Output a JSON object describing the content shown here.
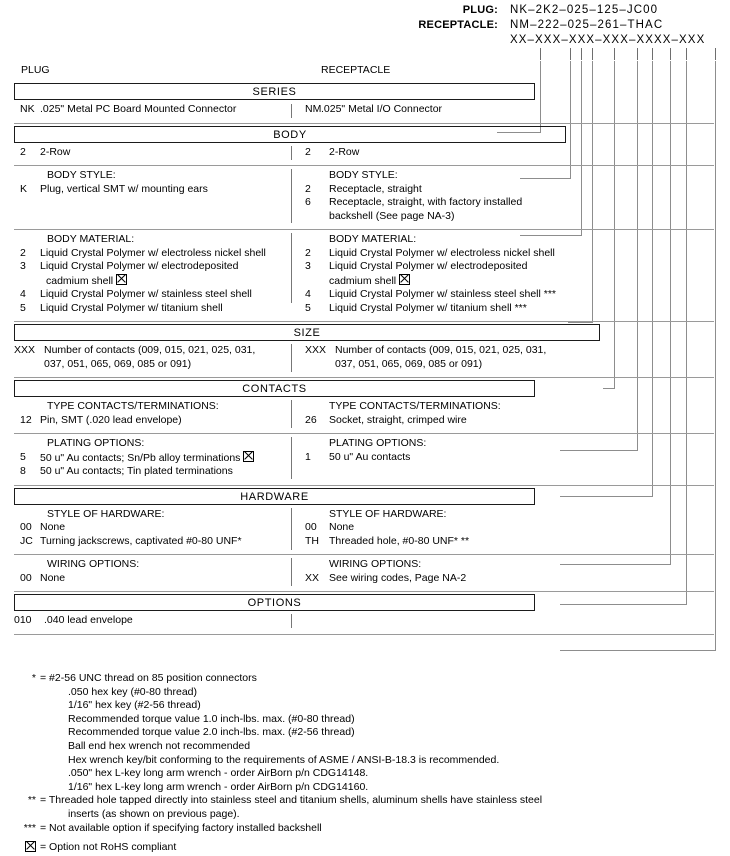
{
  "header": {
    "plug_label": "PLUG:",
    "receptacle_label": "RECEPTACLE:",
    "plug_value": "NK–2K2–025–125–JC00",
    "receptacle_value": "NM–222–025–261–THAC",
    "mask_value": "XX–XXX–XXX–XXX–XXXX–XXX"
  },
  "columns": {
    "plug": "PLUG",
    "receptacle": "RECEPTACLE"
  },
  "sections": {
    "series": {
      "title": "SERIES",
      "left": [
        {
          "code": "NK",
          "desc": ".025\" Metal PC Board Mounted Connector"
        }
      ],
      "right": [
        {
          "code": "NM",
          "desc": ".025\" Metal I/O Connector"
        }
      ]
    },
    "body": {
      "title": "BODY",
      "row_label": "",
      "rows_left": [
        {
          "code": "2",
          "desc": "2-Row"
        }
      ],
      "rows_right": [
        {
          "code": "2",
          "desc": "2-Row"
        }
      ],
      "style_header": "BODY STYLE:",
      "style_left": [
        {
          "code": "K",
          "desc": "Plug, vertical SMT w/ mounting ears"
        }
      ],
      "style_right": [
        {
          "code": "2",
          "desc": "Receptacle, straight"
        },
        {
          "code": "6",
          "desc": "Receptacle, straight, with factory installed"
        }
      ],
      "style_right_cont": "backshell (See page NA-3)",
      "material_header": "BODY MATERIAL:",
      "material_left": [
        {
          "code": "2",
          "desc": "Liquid Crystal Polymer w/ electroless nickel shell",
          "rohs": false
        },
        {
          "code": "3",
          "desc": "Liquid Crystal Polymer w/ electrodeposited",
          "rohs": false
        },
        {
          "code": "4",
          "desc": "Liquid Crystal Polymer w/ stainless steel shell",
          "rohs": false
        },
        {
          "code": "5",
          "desc": "Liquid Crystal Polymer w/ titanium shell",
          "rohs": false
        }
      ],
      "material_left_cont": "cadmium shell",
      "material_right": [
        {
          "code": "2",
          "desc": "Liquid Crystal Polymer w/ electroless nickel shell"
        },
        {
          "code": "3",
          "desc": "Liquid Crystal Polymer w/ electrodeposited"
        },
        {
          "code": "4",
          "desc": "Liquid Crystal Polymer w/ stainless steel shell ***"
        },
        {
          "code": "5",
          "desc": "Liquid Crystal Polymer w/ titanium shell ***"
        }
      ],
      "material_right_cont": "cadmium shell"
    },
    "size": {
      "title": "SIZE",
      "left": [
        {
          "code": "XXX",
          "desc": "Number of contacts (009, 015, 021, 025, 031,"
        }
      ],
      "left_cont": "037, 051, 065, 069, 085 or 091)",
      "right": [
        {
          "code": "XXX",
          "desc": "Number of contacts (009, 015, 021, 025, 031,"
        }
      ],
      "right_cont": "037, 051, 065, 069,  085 or 091)"
    },
    "contacts": {
      "title": "CONTACTS",
      "type_header": "TYPE CONTACTS/TERMINATIONS:",
      "type_left": [
        {
          "code": "12",
          "desc": "Pin, SMT (.020 lead envelope)"
        }
      ],
      "type_right": [
        {
          "code": "26",
          "desc": "Socket, straight, crimped wire"
        }
      ],
      "plating_header": "PLATING OPTIONS:",
      "plating_left": [
        {
          "code": "5",
          "desc": "50 u\" Au contacts; Sn/Pb alloy terminations",
          "rohs": true
        },
        {
          "code": "8",
          "desc": "50 u\" Au contacts; Tin plated terminations",
          "rohs": false
        }
      ],
      "plating_right": [
        {
          "code": "1",
          "desc": "50 u\" Au contacts"
        }
      ]
    },
    "hardware": {
      "title": "HARDWARE",
      "style_header": "STYLE OF HARDWARE:",
      "style_left": [
        {
          "code": "00",
          "desc": "None"
        },
        {
          "code": "JC",
          "desc": "Turning jackscrews, captivated #0-80 UNF*"
        }
      ],
      "style_right": [
        {
          "code": "00",
          "desc": "None"
        },
        {
          "code": "TH",
          "desc": "Threaded hole, #0-80 UNF*  **"
        }
      ],
      "wiring_header": "WIRING OPTIONS:",
      "wiring_left": [
        {
          "code": "00",
          "desc": "None"
        }
      ],
      "wiring_right": [
        {
          "code": "XX",
          "desc": "See wiring codes, Page NA-2"
        }
      ]
    },
    "options": {
      "title": "OPTIONS",
      "left": [
        {
          "code": "010",
          "desc": ".040 lead envelope"
        }
      ],
      "right": []
    }
  },
  "footnotes": {
    "single_mark": "*",
    "single_text": "= #2-56 UNC thread on 85 position connectors",
    "single_lines": [
      ".050 hex key (#0-80 thread)",
      "1/16\" hex key (#2-56 thread)",
      "Recommended torque value 1.0 inch-lbs. max. (#0-80 thread)",
      "Recommended torque value 2.0 inch-lbs. max. (#2-56 thread)",
      "Ball end hex wrench not recommended",
      "Hex wrench key/bit conforming to the requirements of ASME / ANSI-B-18.3 is recommended.",
      ".050\" hex L-key long arm wrench - order AirBorn p/n CDG14148.",
      "1/16\" hex L-key long arm wrench - order AirBorn p/n CDG14160."
    ],
    "double_mark": "**",
    "double_text": "= Threaded hole tapped directly into stainless steel and titanium shells, aluminum shells have stainless steel",
    "double_cont": "inserts (as shown on previous page).",
    "triple_mark": "***",
    "triple_text": "= Not available option if specifying factory installed backshell",
    "rohs_text": "= Option not RoHS compliant"
  }
}
